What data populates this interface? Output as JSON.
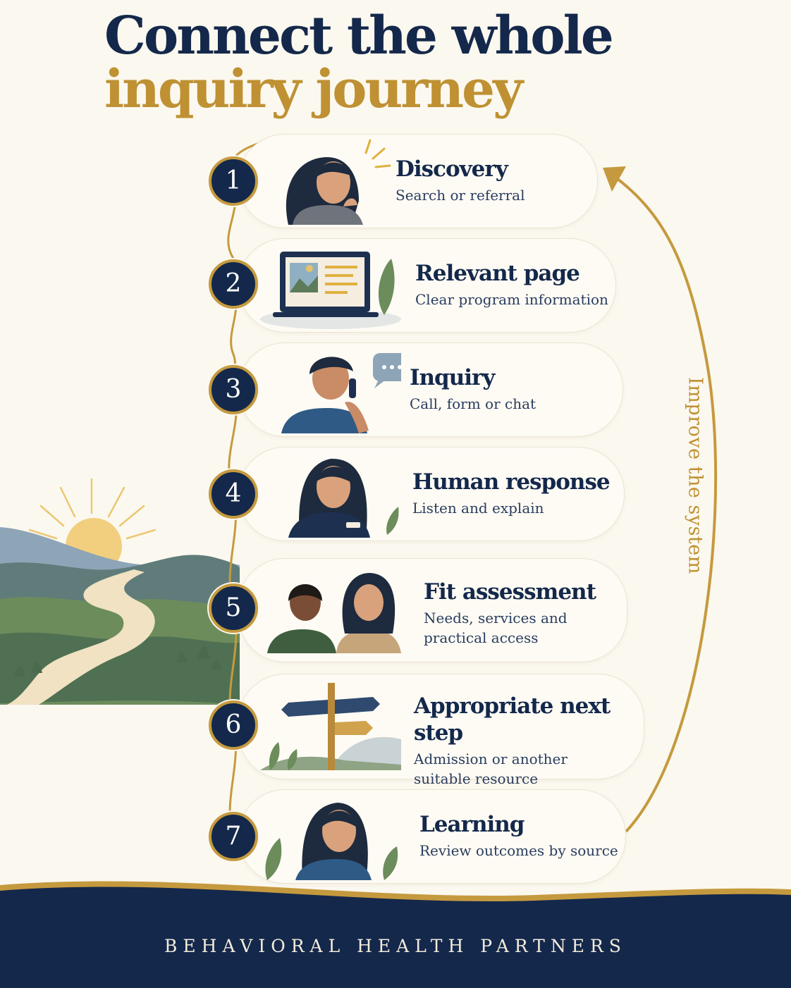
{
  "title": {
    "line1": "Connect the whole",
    "line2": "inquiry journey"
  },
  "steps": [
    {
      "number": "1",
      "title": "Discovery",
      "subtitle": "Search or referral",
      "icon": "thinking-person-icon"
    },
    {
      "number": "2",
      "title": "Relevant page",
      "subtitle": "Clear program information",
      "icon": "laptop-webpage-icon"
    },
    {
      "number": "3",
      "title": "Inquiry",
      "subtitle": "Call, form or chat",
      "icon": "phone-call-chat-icon"
    },
    {
      "number": "4",
      "title": "Human response",
      "subtitle": "Listen and explain",
      "icon": "staff-member-icon"
    },
    {
      "number": "5",
      "title": "Fit assessment",
      "subtitle": "Needs, services and\npractical access",
      "icon": "two-people-talking-icon"
    },
    {
      "number": "6",
      "title": "Appropriate next step",
      "subtitle": "Admission or another\nsuitable resource",
      "icon": "signpost-icon"
    },
    {
      "number": "7",
      "title": "Learning",
      "subtitle": "Review outcomes by source",
      "icon": "content-person-icon"
    }
  ],
  "feedback_loop": {
    "label": "Improve the system"
  },
  "footer": {
    "text": "BEHAVIORAL HEALTH PARTNERS"
  },
  "colors": {
    "navy": "#14284b",
    "gold": "#bf9133",
    "cream": "#fbf8ef"
  }
}
